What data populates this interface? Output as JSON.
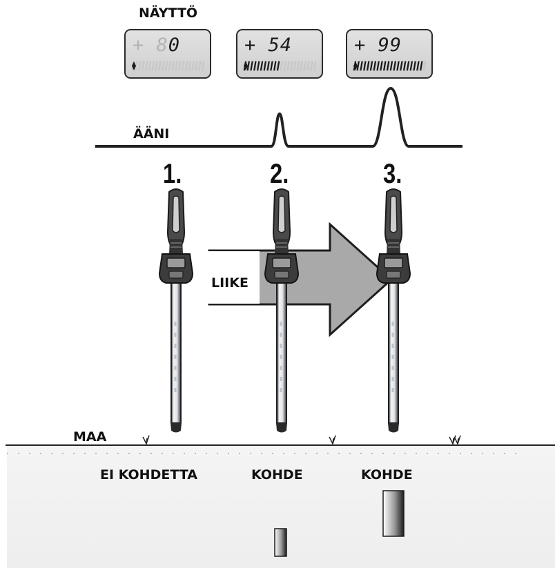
{
  "labels": {
    "display": "NÄYTTÖ",
    "sound": "ÄÄNI",
    "motion": "LIIKE",
    "ground": "MAA"
  },
  "screens": [
    {
      "sign": "+",
      "ghost_digit": "8",
      "value": "0",
      "level": 0.0,
      "ghost_sign": true
    },
    {
      "sign": "+",
      "ghost_digit": "",
      "value": "54",
      "level": 0.54,
      "ghost_sign": false
    },
    {
      "sign": "+",
      "ghost_digit": "",
      "value": "99",
      "level": 0.99,
      "ghost_sign": false
    }
  ],
  "steps": [
    {
      "number": "1.",
      "ground_label": "EI KOHDETTA"
    },
    {
      "number": "2.",
      "ground_label": "KOHDE"
    },
    {
      "number": "3.",
      "ground_label": "KOHDE"
    }
  ],
  "colors": {
    "ground_fill": "#f1f1f1",
    "arrow_fill": "#a9a9a9",
    "line": "#222222"
  },
  "icons": {
    "detector": "metal-detector-icon",
    "arrow": "right-arrow-icon",
    "grass": "grass-tuft-icon",
    "target": "buried-object-icon"
  }
}
